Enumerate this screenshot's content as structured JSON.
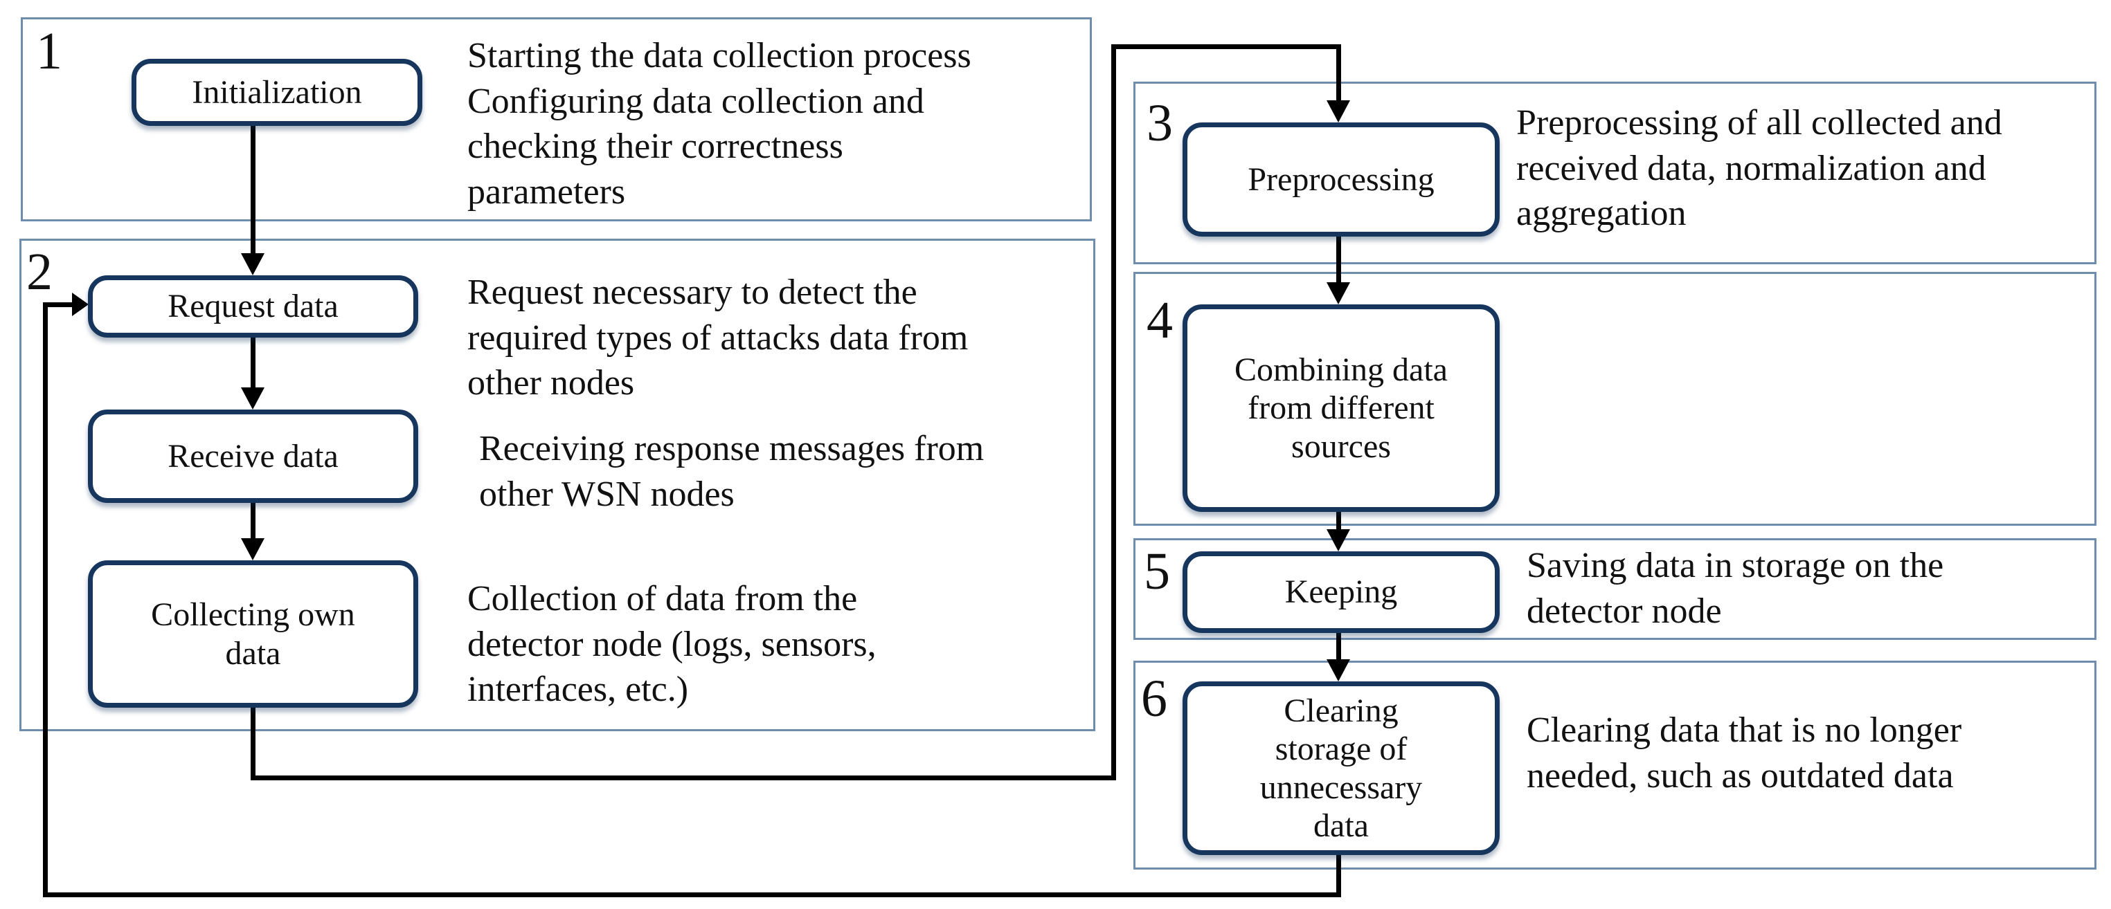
{
  "steps": {
    "s1": {
      "number": "1",
      "box": "Initialization",
      "desc": [
        "Starting the data collection process",
        "Configuring data collection and",
        "checking their correctness",
        "parameters"
      ]
    },
    "s2": {
      "number": "2",
      "box_request": "Request data",
      "box_receive": "Receive data",
      "box_collect": "Collecting own data",
      "desc_request": [
        "Request necessary to detect the",
        "required types of attacks data from",
        "other nodes"
      ],
      "desc_receive": [
        "Receiving response messages from",
        "other WSN nodes"
      ],
      "desc_collect": [
        "Collection of data from the",
        "detector node (logs, sensors,",
        "interfaces, etc.)"
      ]
    },
    "s3": {
      "number": "3",
      "box": "Preprocessing",
      "desc": [
        "Preprocessing of all collected and",
        "received data, normalization and",
        "aggregation"
      ]
    },
    "s4": {
      "number": "4",
      "box": "Combining data from different sources"
    },
    "s5": {
      "number": "5",
      "box": "Keeping",
      "desc": [
        "Saving data in storage on the",
        "detector node"
      ]
    },
    "s6": {
      "number": "6",
      "box": "Clearing storage of unnecessary data",
      "desc": [
        "Clearing data that is no longer",
        "needed, such as outdated data"
      ]
    }
  },
  "colors": {
    "box_border": "#17365d",
    "section_border": "#6e8cad",
    "arrow": "#000000",
    "text": "#111111"
  }
}
